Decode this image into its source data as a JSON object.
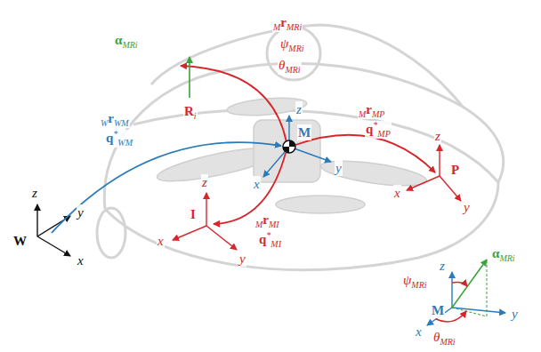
{
  "diagram": {
    "labels": [
      "αMRi",
      "Ri",
      "MrMRi",
      "ψMRi",
      "θMRi",
      "WrWM",
      "q*WM",
      "M",
      "MrMP",
      "q*MP",
      "P",
      "I",
      "MrMI",
      "q*MI",
      "W",
      "z",
      "y",
      "x",
      "z",
      "x",
      "y",
      "z",
      "x",
      "y",
      "z",
      "x",
      "y",
      "ψMRi",
      "αMRi",
      "z",
      "M",
      "y",
      "x",
      "θMRi"
    ]
  }
}
